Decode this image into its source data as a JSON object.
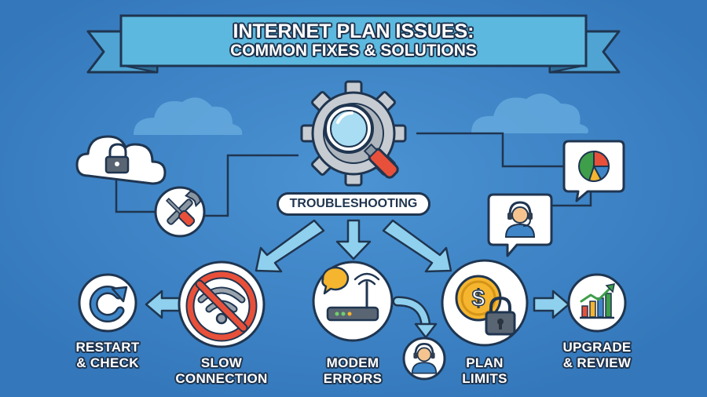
{
  "banner": {
    "title_line1": "INTERNET PLAN ISSUES:",
    "title_line2": "COMMON FIXES & SOLUTIONS"
  },
  "hub": {
    "label": "TROUBLESHOOTING",
    "icon": "gear-magnifier-icon"
  },
  "nodes": [
    {
      "id": "restart",
      "line1": "RESTART",
      "line2": "& CHECK",
      "icon": "refresh-icon"
    },
    {
      "id": "slow",
      "line1": "SLOW",
      "line2": "CONNECTION",
      "icon": "no-wifi-icon"
    },
    {
      "id": "modem",
      "line1": "MODEM",
      "line2": "ERRORS",
      "icon": "modem-question-icon"
    },
    {
      "id": "plan",
      "line1": "PLAN",
      "line2": "LIMITS",
      "icon": "dollar-lock-icon"
    },
    {
      "id": "upgrade",
      "line1": "UPGRADE",
      "line2": "& REVIEW",
      "icon": "growth-chart-icon"
    }
  ],
  "decorations": {
    "cloud_lock": "cloud-lock-icon",
    "tools": "wrench-screwdriver-icon",
    "pie_bubble": "pie-chart-icon",
    "support_bubble": "support-agent-icon",
    "support_small": "support-agent-icon"
  },
  "colors": {
    "background": "#3f86c8",
    "banner": "#5cb8de",
    "outline": "#1f3550",
    "arrow": "#8fd0ee",
    "red": "#e8503a",
    "gold": "#f5b52e",
    "green": "#3e9e4a"
  }
}
